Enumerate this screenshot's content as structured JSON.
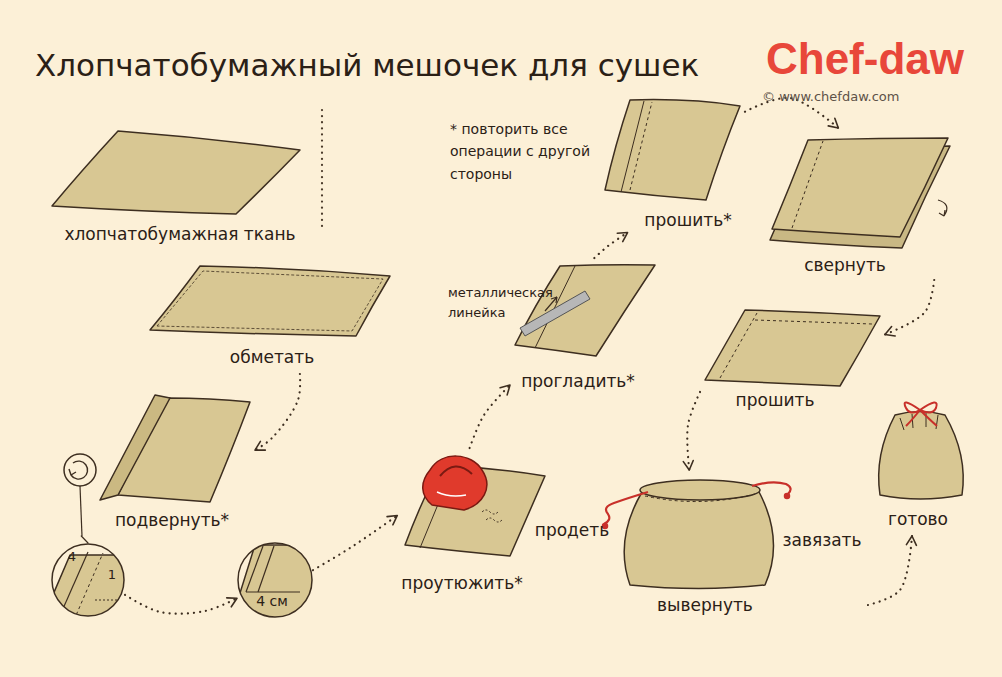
{
  "diagram": {
    "title": "Хлопчатобумажный мешочек для сушек",
    "nodes": [
      {
        "text": [
          "хлопчатобумажная ткань"
        ]
      },
      {
        "text": [
          "обметать"
        ]
      },
      {
        "text": [
          "подвернуть*"
        ]
      },
      {
        "text": [
          "4",
          "1"
        ]
      },
      {
        "text": [
          "4 см"
        ]
      },
      {
        "text": [
          "проутюжить*"
        ]
      },
      {
        "text": [
          "прогладить*"
        ]
      },
      {
        "text": [
          "прошить*"
        ]
      },
      {
        "text": [
          "свернуть"
        ]
      },
      {
        "text": [
          "прошить"
        ]
      },
      {
        "text": [
          "продеть",
          "завязать",
          "вывернуть"
        ]
      },
      {
        "text": [
          "готово"
        ]
      }
    ],
    "edges": [
      {
        "from": 1,
        "to": 2,
        "arrow": "to"
      },
      {
        "from": 2,
        "to": 3,
        "arrow": "none"
      },
      {
        "from": 3,
        "to": 4,
        "arrow": "to"
      },
      {
        "from": 4,
        "to": 5,
        "arrow": "to"
      },
      {
        "from": 5,
        "to": 6,
        "arrow": "to"
      },
      {
        "from": 6,
        "to": 7,
        "arrow": "to"
      },
      {
        "from": 7,
        "to": 8,
        "arrow": "to"
      },
      {
        "from": 8,
        "to": 9,
        "arrow": "to"
      },
      {
        "from": 9,
        "to": 10,
        "arrow": "to"
      },
      {
        "from": 10,
        "to": 11,
        "arrow": "to"
      }
    ],
    "labels": [
      "Chef-daw",
      "© www.chefdaw.com",
      "* повторить все операции с другой стороны",
      "металлическая линейка"
    ]
  }
}
